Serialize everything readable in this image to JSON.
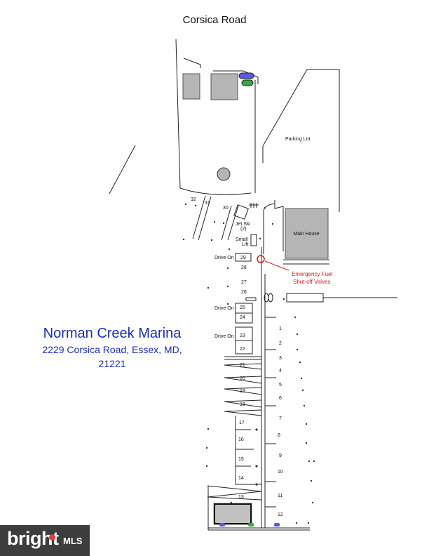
{
  "road": "Corsica Road",
  "parking_label": "Parking Lot",
  "main_house_label": "Main House",
  "jetski_label_1": "Jet Ski",
  "jetski_label_2": "(2)",
  "small_lift_1": "Small",
  "small_lift_2": "Lift",
  "emergency_line1": "Emergency Fuel",
  "emergency_line2": "Shut-off Valves",
  "drive_on_label": "Drive On",
  "marina": {
    "name": "Norman Creek Marina",
    "address_line1": "2229 Corsica Road, Essex, MD,",
    "address_line2": "21221"
  },
  "watermark": {
    "brand": "bright",
    "suffix": "MLS"
  },
  "colors": {
    "marina_text": "#1a2fb0",
    "emergency": "#cc1f1f",
    "building": "#b5b5b5",
    "blue_car": "#5a5ae0",
    "green_car": "#3aa640"
  },
  "slips": {
    "left": [
      {
        "n": "13"
      },
      {
        "n": "14"
      },
      {
        "n": "15"
      },
      {
        "n": "16"
      },
      {
        "n": "17"
      },
      {
        "n": "18"
      },
      {
        "n": "19"
      },
      {
        "n": "20"
      },
      {
        "n": "21"
      },
      {
        "n": "22"
      },
      {
        "n": "23"
      },
      {
        "n": "24"
      },
      {
        "n": "25"
      },
      {
        "n": "26"
      },
      {
        "n": "27"
      },
      {
        "n": "28"
      },
      {
        "n": "29"
      }
    ],
    "right": [
      {
        "n": "1"
      },
      {
        "n": "2"
      },
      {
        "n": "3"
      },
      {
        "n": "4"
      },
      {
        "n": "5"
      },
      {
        "n": "6"
      },
      {
        "n": "7"
      },
      {
        "n": "8"
      },
      {
        "n": "9"
      },
      {
        "n": "10"
      },
      {
        "n": "11"
      },
      {
        "n": "12"
      }
    ],
    "north": [
      {
        "n": "30"
      },
      {
        "n": "31"
      },
      {
        "n": "32"
      }
    ]
  }
}
